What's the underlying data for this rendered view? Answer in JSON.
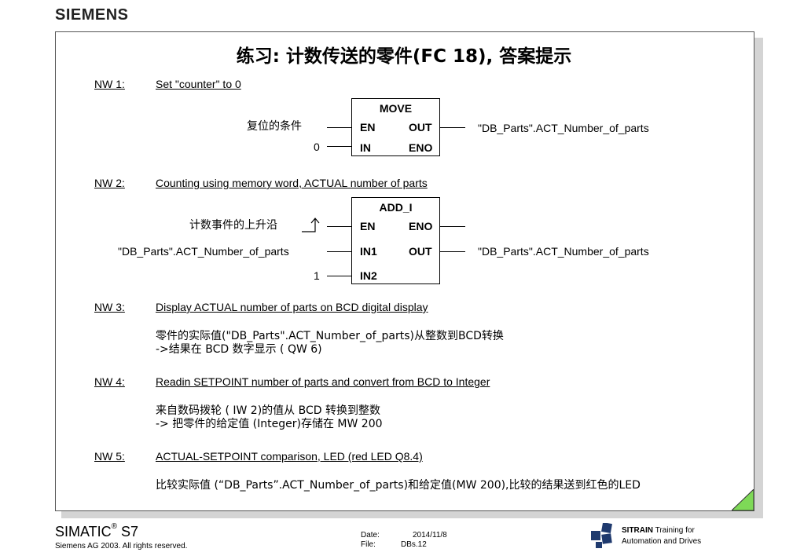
{
  "brand": "SIEMENS",
  "title": "练习: 计数传送的零件(FC 18), 答案提示",
  "nw1": {
    "label": "NW  1:",
    "heading": "Set \"counter\" to 0",
    "block": {
      "name": "MOVE",
      "en": "EN",
      "out": "OUT",
      "in": "IN",
      "eno": "ENO"
    },
    "en_input": "复位的条件",
    "in_value": "0",
    "out_value": "\"DB_Parts\".ACT_Number_of_parts"
  },
  "nw2": {
    "label": "NW  2:",
    "heading": "Counting using memory word, ACTUAL number of parts",
    "block": {
      "name": "ADD_I",
      "en": "EN",
      "eno": "ENO",
      "in1": "IN1",
      "out": "OUT",
      "in2": "IN2"
    },
    "en_input": "计数事件的上升沿",
    "in1_value": "\"DB_Parts\".ACT_Number_of_parts",
    "in2_value": "1",
    "out_value": "\"DB_Parts\".ACT_Number_of_parts"
  },
  "nw3": {
    "label": "NW  3:",
    "heading": "Display ACTUAL number of parts on BCD digital display",
    "line1": "零件的实际值(\"DB_Parts\".ACT_Number_of_parts)从整数到BCD转换",
    "line2": "->结果在 BCD 数字显示 ( QW 6)"
  },
  "nw4": {
    "label": "NW  4:",
    "heading": "Readin SETPOINT number of parts and convert from BCD to Integer",
    "line1": "来自数码拨轮 ( IW 2)的值从 BCD 转换到整数",
    "line2": "-> 把零件的给定值 (Integer)存储在 MW 200"
  },
  "nw5": {
    "label": "NW  5:",
    "heading": "ACTUAL-SETPOINT comparison, LED (red LED Q8.4)",
    "line1": "比较实际值 (“DB_Parts”.ACT_Number_of_parts)和给定值(MW 200),比较的结果送到红色的LED"
  },
  "footer": {
    "product": "SIMATIC",
    "product_reg": "®",
    "product_suffix": " S7",
    "copyright": "Siemens AG 2003. All rights reserved.",
    "date_label": "Date:",
    "date_value": "2014/11/8",
    "file_label": "File:",
    "file_value": "DBs.12",
    "sitrain_bold": "SITRAIN",
    "sitrain_line1": " Training for",
    "sitrain_line2": "Automation and Drives"
  },
  "colors": {
    "corner_fill": "#7ed957",
    "logo_blue": "#1f3a6e"
  }
}
